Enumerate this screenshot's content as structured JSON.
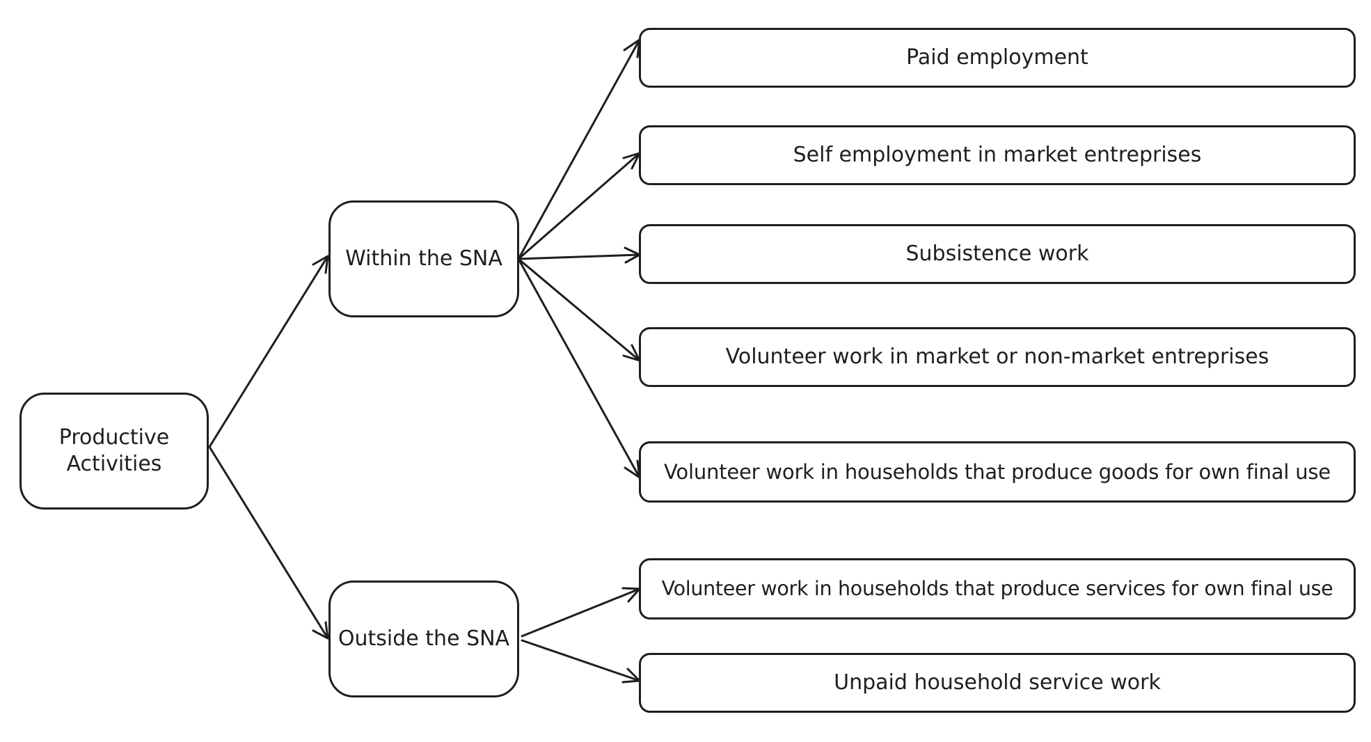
{
  "diagram": {
    "root": {
      "label": "Productive Activities"
    },
    "branches": [
      {
        "label": "Within the SNA",
        "children": [
          {
            "label": "Paid employment"
          },
          {
            "label": "Self employment in market entreprises"
          },
          {
            "label": "Subsistence work"
          },
          {
            "label": "Volunteer work in market or non-market entreprises"
          },
          {
            "label": "Volunteer work in households that produce goods for own final use"
          }
        ]
      },
      {
        "label": "Outside the SNA",
        "children": [
          {
            "label": "Volunteer work in households that produce services for own final use"
          },
          {
            "label": "Unpaid household service work"
          }
        ]
      }
    ]
  }
}
